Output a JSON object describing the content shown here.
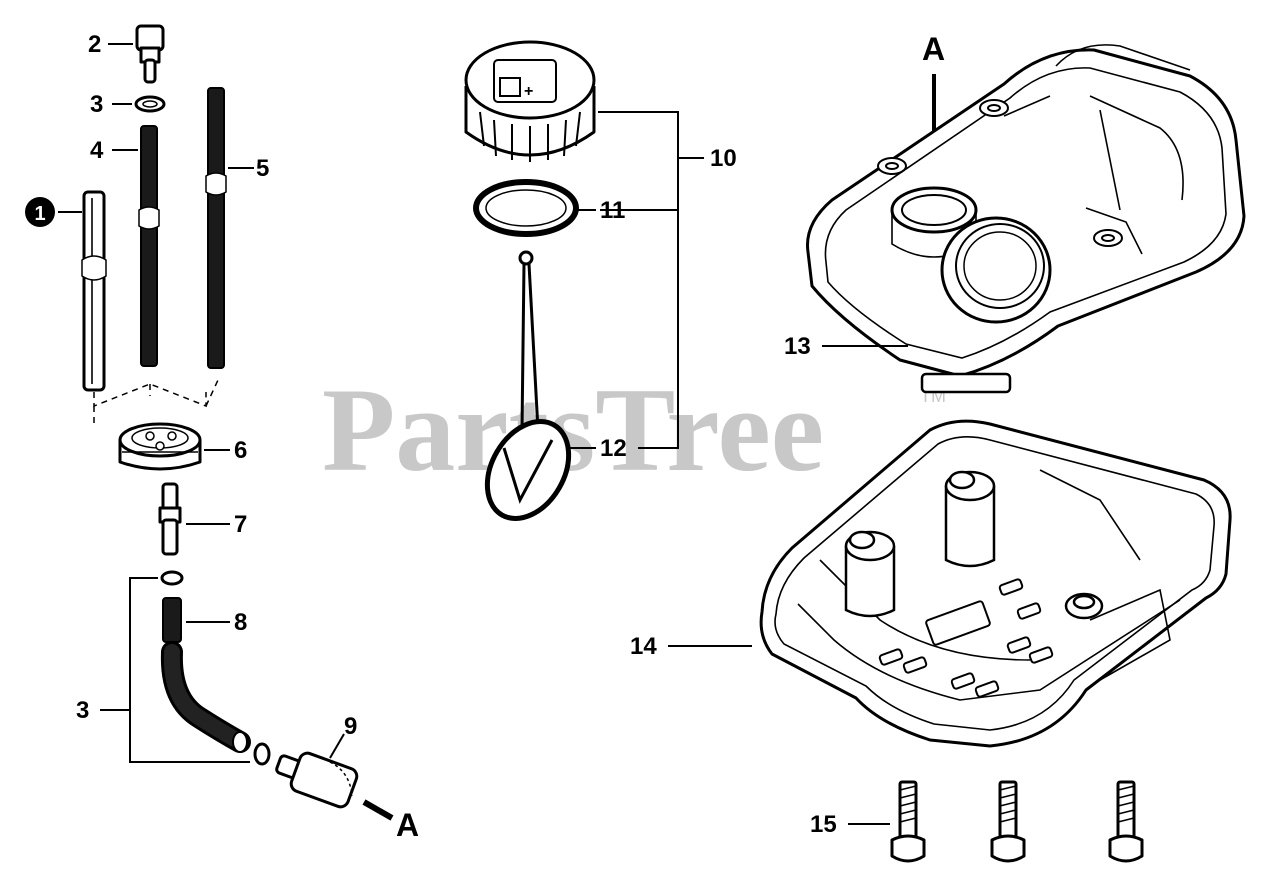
{
  "watermark": {
    "text": "PartsTree",
    "trademark": "TM"
  },
  "callouts": {
    "c1": "1",
    "c2": "2",
    "c3a": "3",
    "c4": "4",
    "c5": "5",
    "c6": "6",
    "c7": "7",
    "c8": "8",
    "c3b": "3",
    "c9": "9",
    "c10": "10",
    "c11": "11",
    "c12": "12",
    "c13": "13",
    "c14": "14",
    "c15": "15"
  },
  "connectors": {
    "a_top": "A",
    "a_bottom": "A"
  }
}
